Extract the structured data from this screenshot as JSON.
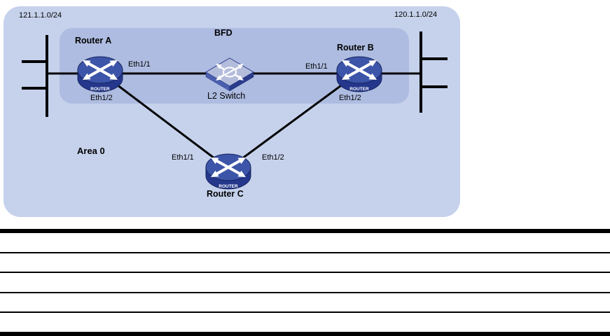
{
  "diagram": {
    "subnet_left": "121.1.1.0/24",
    "subnet_right": "120.1.1.0/24",
    "bfd_zone_label": "BFD",
    "area_label": "Area 0",
    "nodes": {
      "router_a": "Router A",
      "router_b": "Router B",
      "router_c": "Router C",
      "l2_switch": "L2 Switch"
    },
    "router_badge": "ROUTER",
    "interfaces": {
      "a_eth1_1": "Eth1/1",
      "a_eth1_2": "Eth1/2",
      "b_eth1_1": "Eth1/1",
      "b_eth1_2": "Eth1/2",
      "c_eth1_1": "Eth1/1",
      "c_eth1_2": "Eth1/2"
    },
    "colors": {
      "outer_region_bg": "#c6d2ec",
      "inner_region_bg": "#aebce1",
      "router_top": "#3d55a8",
      "router_side": "#24378c",
      "switch_top": "#b4bcdc",
      "switch_left_face": "#4a5fae",
      "switch_right_face": "#2b3c8c",
      "link_line": "#000000"
    }
  },
  "table": {
    "rows": [
      "",
      "",
      "",
      "",
      ""
    ]
  }
}
